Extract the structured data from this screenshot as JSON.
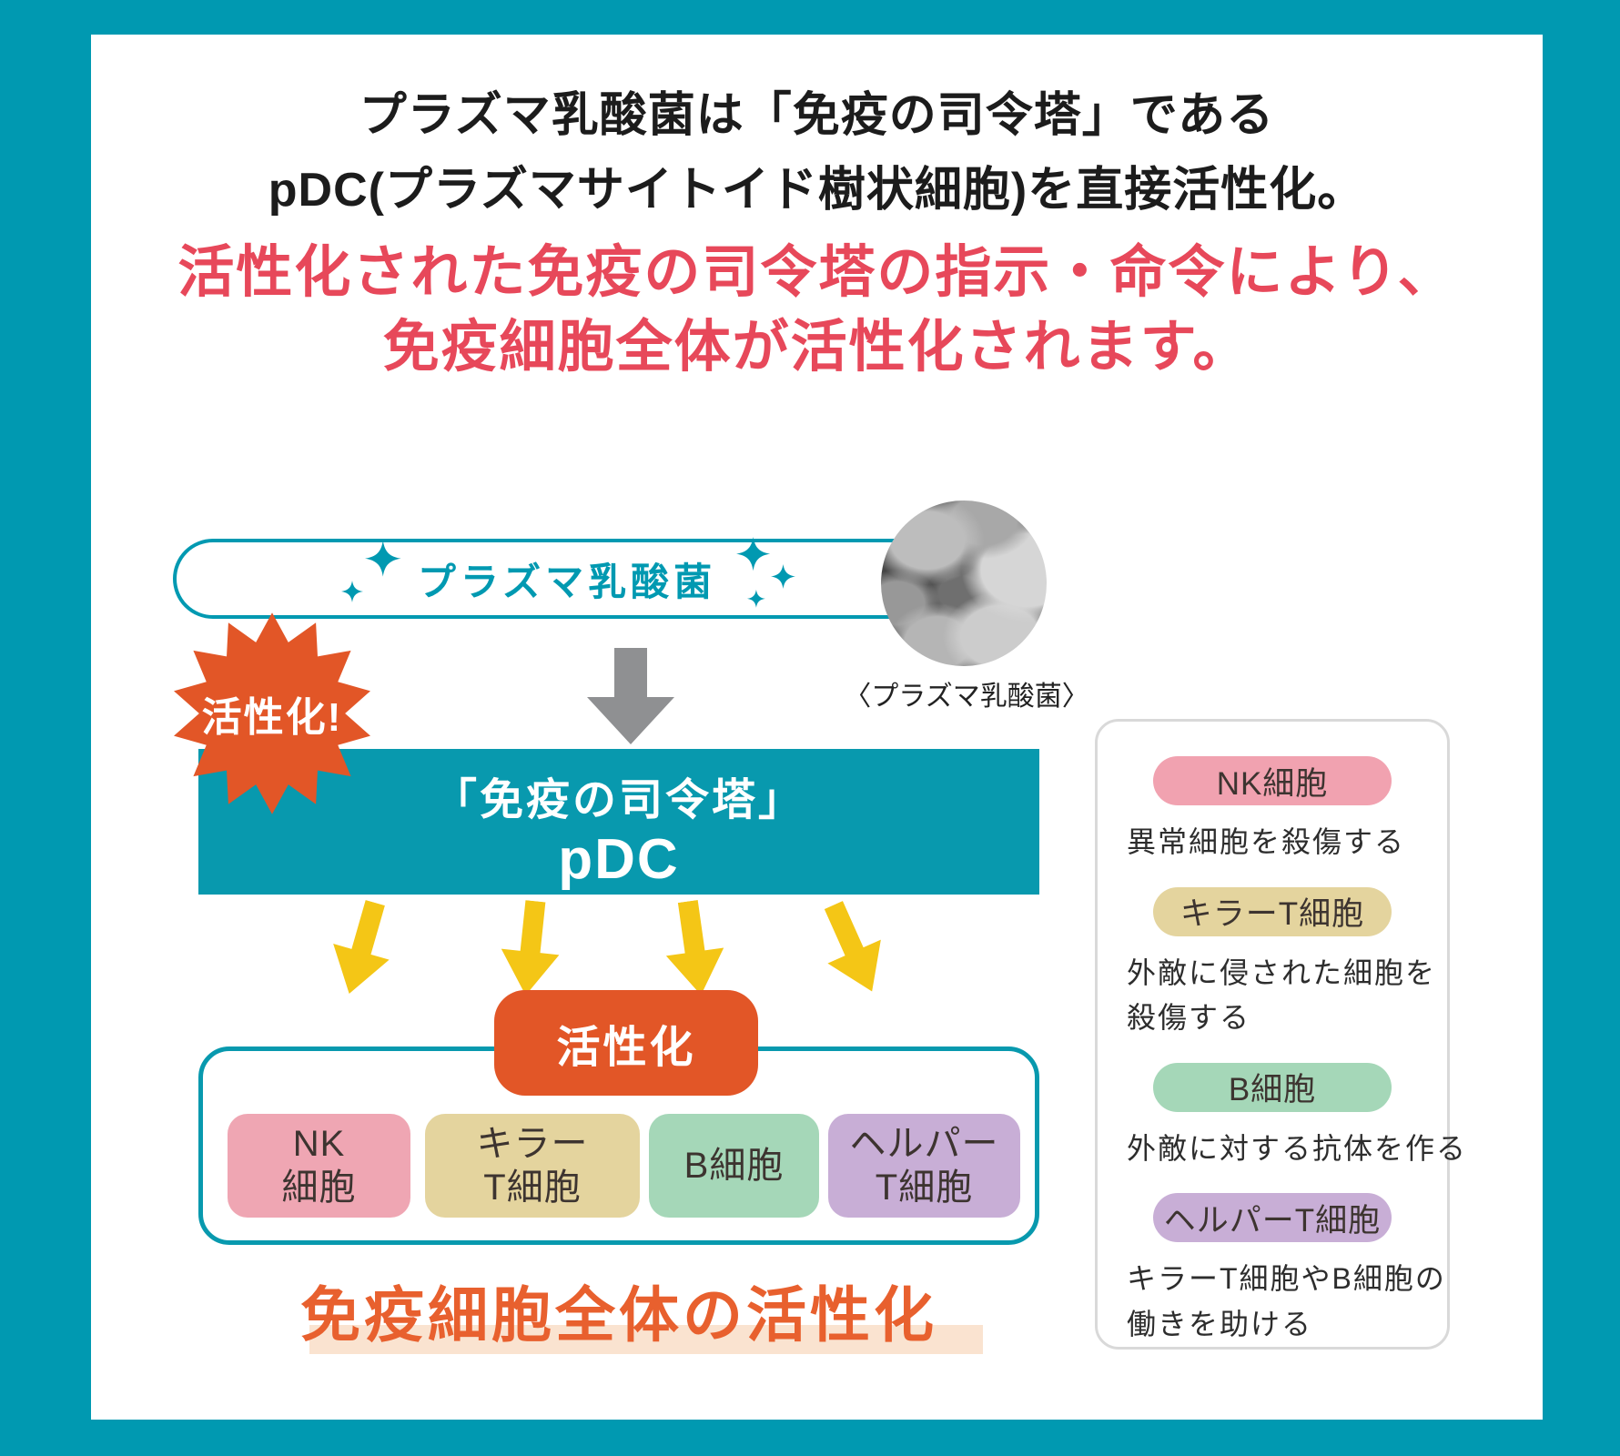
{
  "colors": {
    "frame_teal": "#0099b1",
    "pdc_teal": "#0899ae",
    "accent_red": "#e7485a",
    "accent_orange": "#e25627",
    "result_orange": "#e8602e",
    "result_highlight": "#fae3d0",
    "arrow_yellow": "#f4c616",
    "arrow_gray": "#8f9092",
    "nk_pink": "#efa6b3",
    "killer_tan": "#e4d49e",
    "b_green": "#a5d7b8",
    "helper_purple": "#c8aed6"
  },
  "header": {
    "line1": "プラズマ乳酸菌は「免疫の司令塔」である",
    "line2": "pDC(プラズマサイトイド樹状細胞)を直接活性化。",
    "emphasis_line1": "活性化された免疫の司令塔の指示・命令により、",
    "emphasis_line2": "免疫細胞全体が活性化されます。"
  },
  "diagram": {
    "source_label": "プラズマ乳酸菌",
    "micrograph_caption": "〈プラズマ乳酸菌〉",
    "burst_label": "活性化!",
    "pdc": {
      "title": "「免疫の司令塔」",
      "name": "pDC"
    },
    "activation_label": "活性化",
    "cells": [
      {
        "line1": "NK",
        "line2": "細胞"
      },
      {
        "line1": "キラー",
        "line2": "T細胞"
      },
      {
        "line1": "B細胞",
        "line2": ""
      },
      {
        "line1": "ヘルパー",
        "line2": "T細胞"
      }
    ],
    "result_label": "免疫細胞全体の活性化"
  },
  "legend": {
    "items": [
      {
        "label": "NK細胞",
        "desc_lines": [
          "異常細胞を殺傷する"
        ]
      },
      {
        "label": "キラーT細胞",
        "desc_lines": [
          "外敵に侵された細胞を",
          "殺傷する"
        ]
      },
      {
        "label": "B細胞",
        "desc_lines": [
          "外敵に対する抗体を作る"
        ]
      },
      {
        "label": "ヘルパーT細胞",
        "desc_lines": [
          "キラーT細胞やB細胞の",
          "働きを助ける"
        ]
      }
    ]
  }
}
